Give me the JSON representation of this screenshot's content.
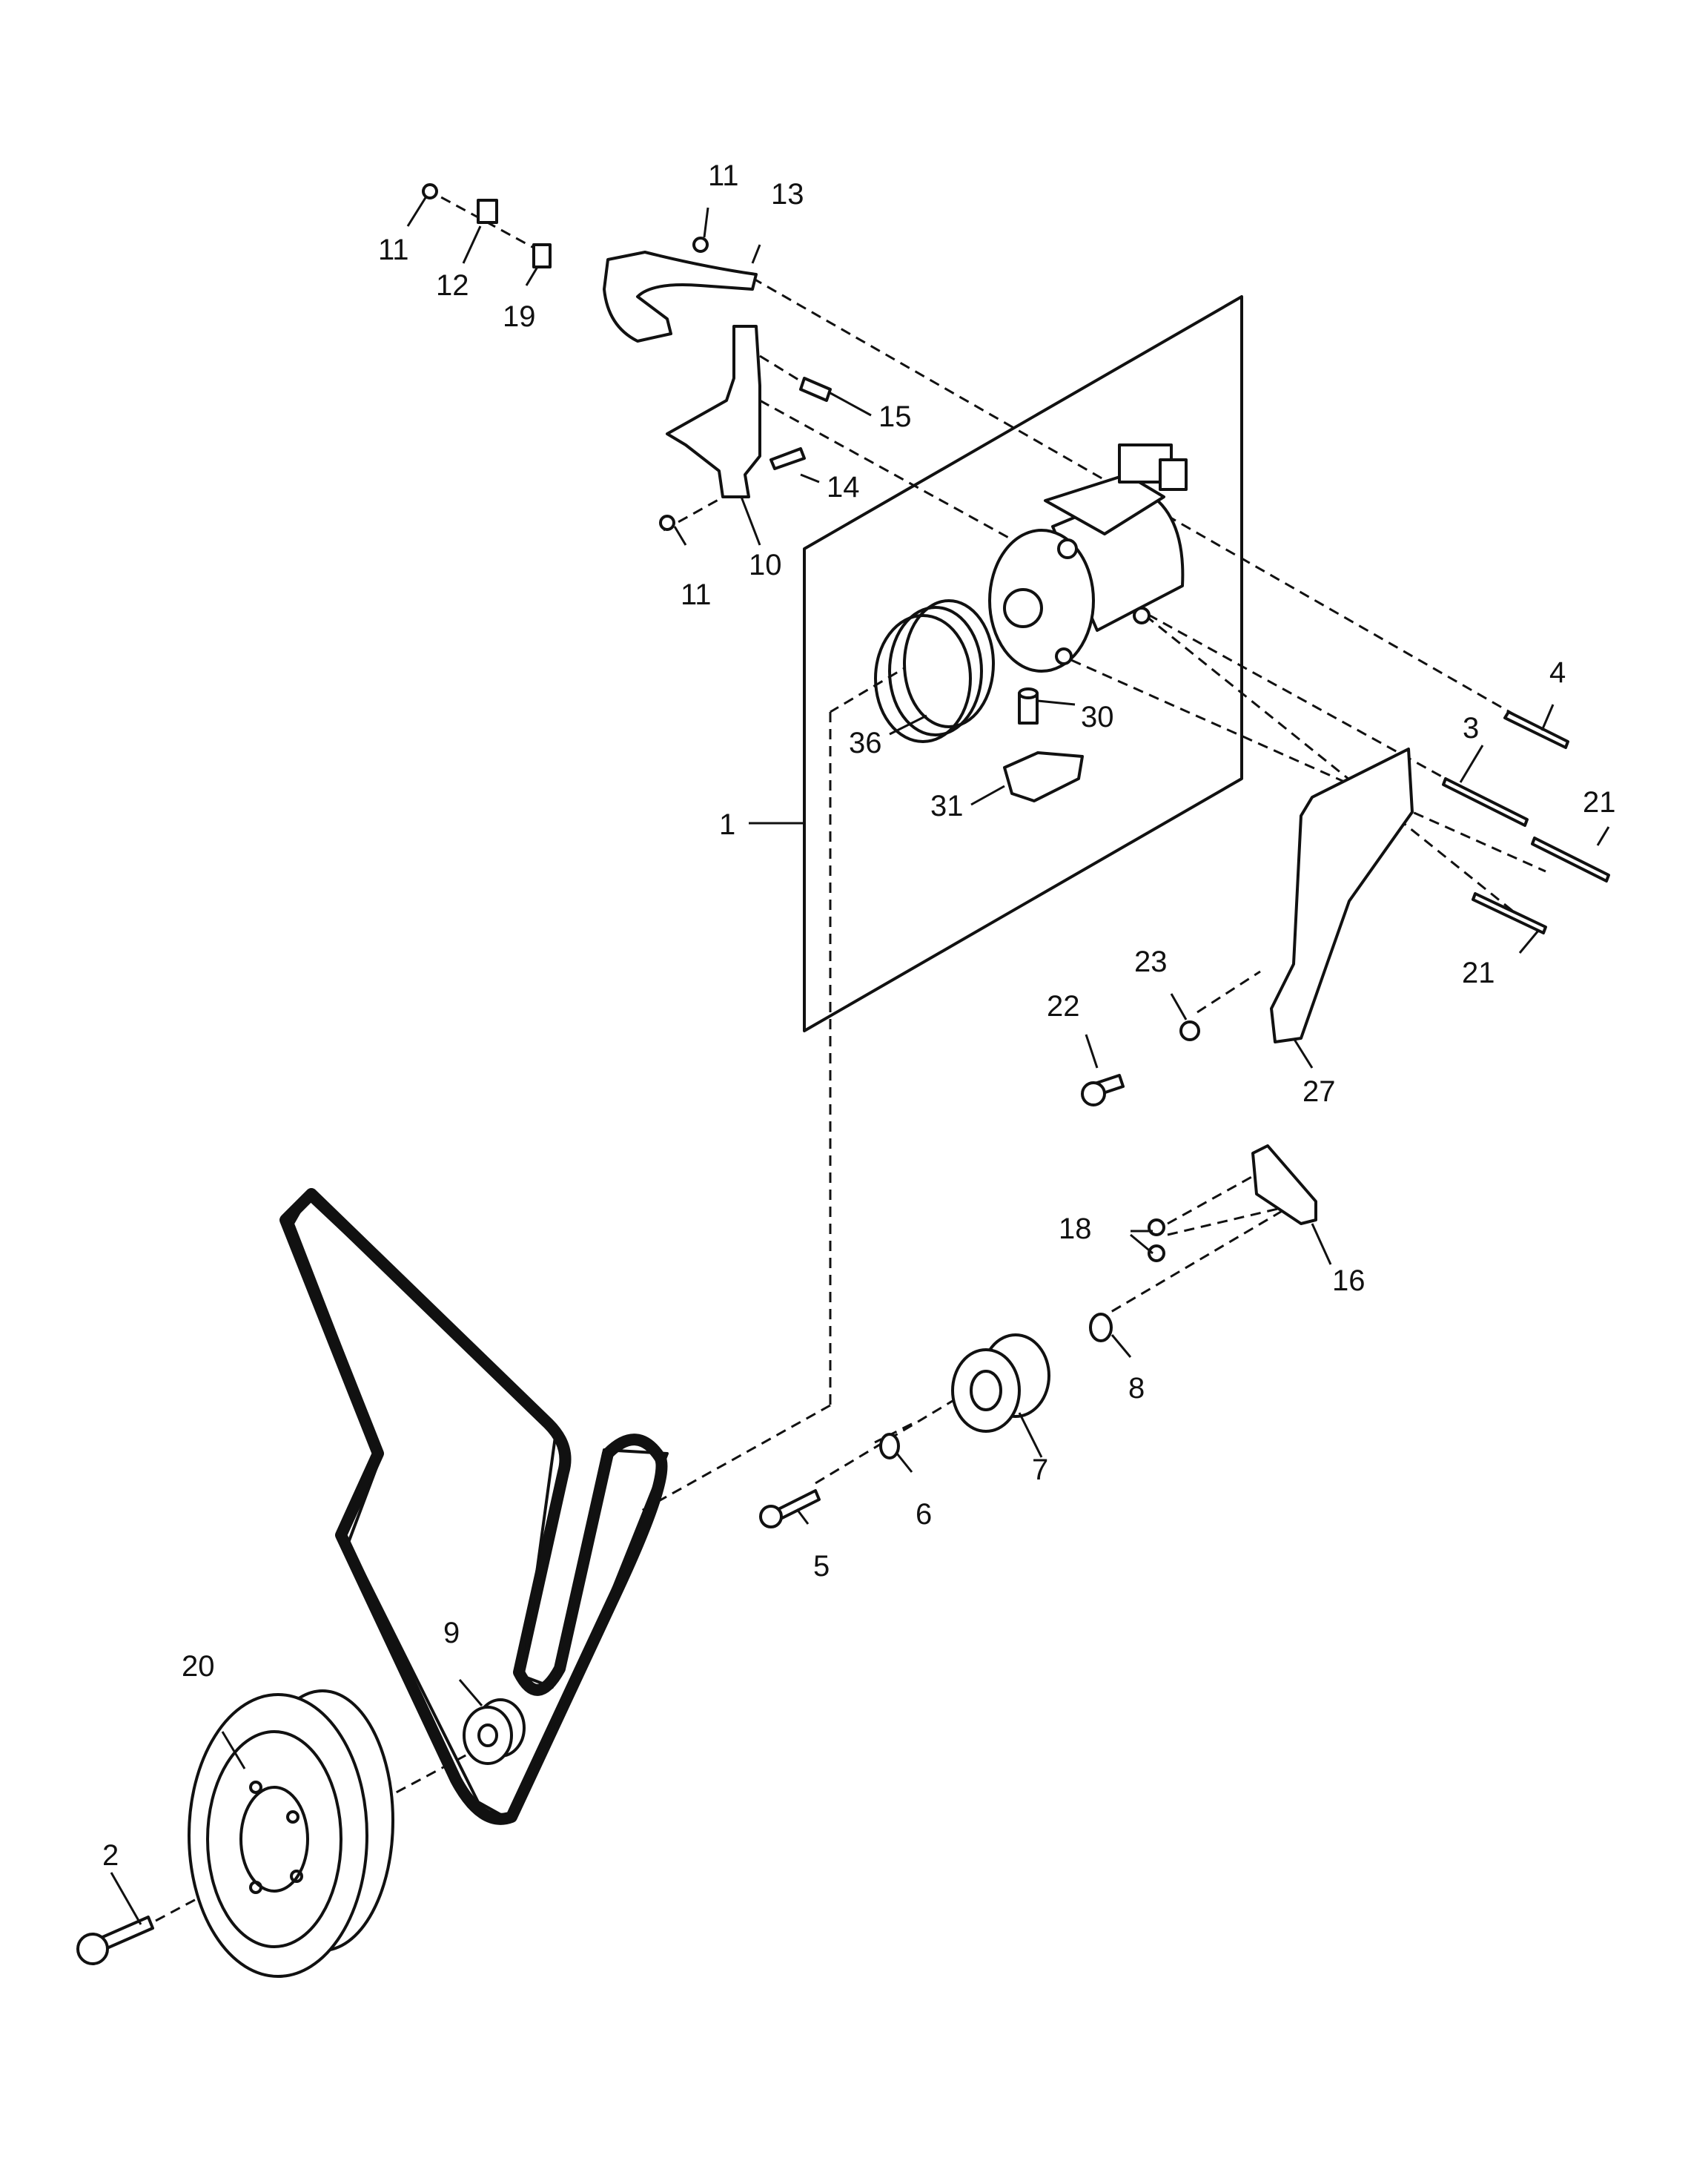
{
  "callouts": {
    "c1": "1",
    "c2": "2",
    "c3": "3",
    "c4": "4",
    "c5": "5",
    "c6": "6",
    "c7": "7",
    "c8": "8",
    "c9": "9",
    "c10": "10",
    "c11a": "11",
    "c11b": "11",
    "c11c": "11",
    "c12": "12",
    "c13": "13",
    "c14": "14",
    "c15": "15",
    "c16": "16",
    "c18": "18",
    "c19": "19",
    "c20": "20",
    "c21a": "21",
    "c21b": "21",
    "c22": "22",
    "c23": "23",
    "c27": "27",
    "c30": "30",
    "c31": "31",
    "c36": "36"
  }
}
